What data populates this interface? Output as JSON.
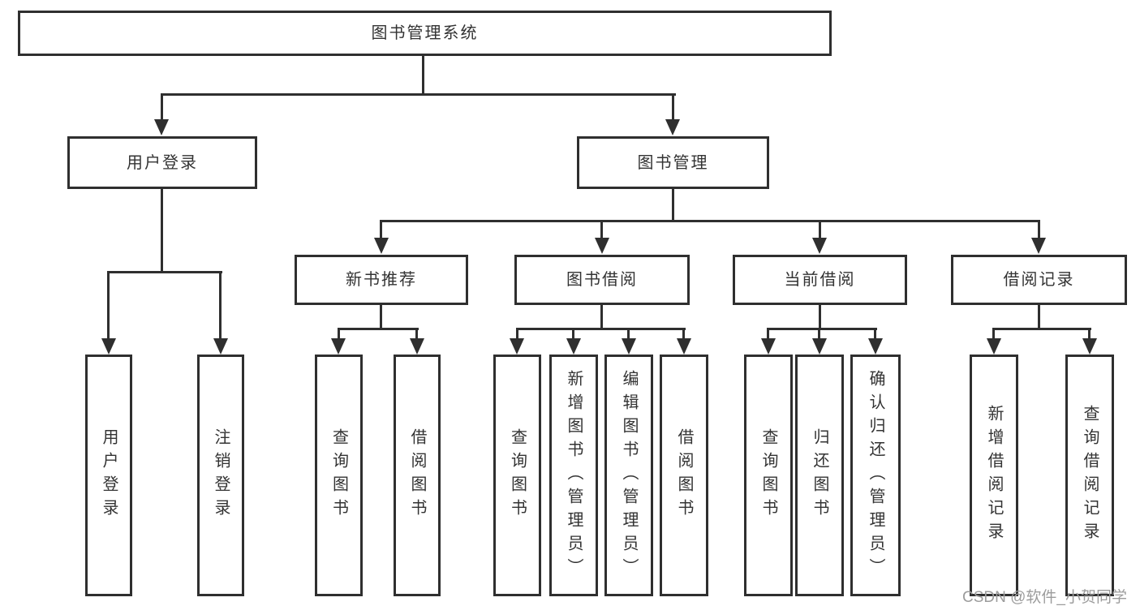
{
  "diagram": {
    "type": "hierarchy-tree",
    "colors": {
      "line": "#2f2f2f",
      "box_border": "#2f2f2f",
      "box_fill": "#ffffff",
      "text": "#333333",
      "watermark_text": "#9c9c9c",
      "background": "#ffffff"
    },
    "tree": {
      "label": "图书管理系统",
      "children": [
        {
          "label": "用户登录",
          "children": [
            {
              "label": "用户登录"
            },
            {
              "label": "注销登录"
            }
          ]
        },
        {
          "label": "图书管理",
          "children": [
            {
              "label": "新书推荐",
              "children": [
                {
                  "label": "查询图书"
                },
                {
                  "label": "借阅图书"
                }
              ]
            },
            {
              "label": "图书借阅",
              "children": [
                {
                  "label": "查询图书"
                },
                {
                  "label": "新增图书（管理员）"
                },
                {
                  "label": "编辑图书（管理员）"
                },
                {
                  "label": "借阅图书"
                }
              ]
            },
            {
              "label": "当前借阅",
              "children": [
                {
                  "label": "查询图书"
                },
                {
                  "label": "归还图书"
                },
                {
                  "label": "确认归还（管理员）"
                }
              ]
            },
            {
              "label": "借阅记录",
              "children": [
                {
                  "label": "新增借阅记录"
                },
                {
                  "label": "查询借阅记录"
                }
              ]
            }
          ]
        }
      ]
    },
    "watermark": "CSDN @软件_小贺同学"
  }
}
